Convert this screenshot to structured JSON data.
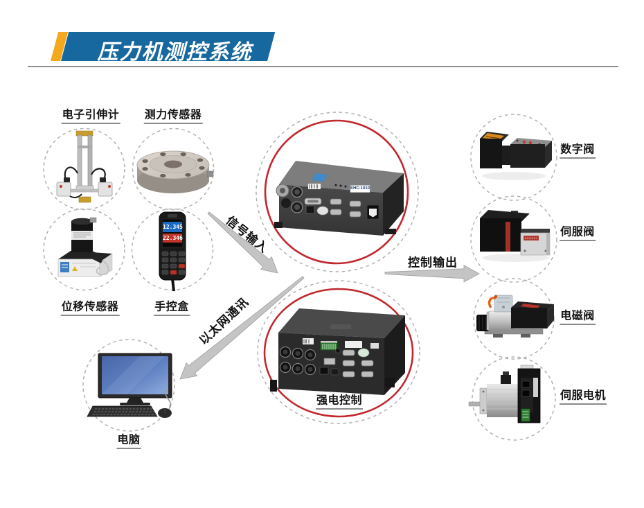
{
  "title": "压力机测控系统",
  "nodes": {
    "extensometer": {
      "label": "电子引伸计"
    },
    "load_cell": {
      "label": "测力传感器"
    },
    "displacement_sensor": {
      "label": "位移传感器"
    },
    "handheld_controller": {
      "label": "手控盒",
      "display": [
        "12.345",
        "22.346"
      ]
    },
    "computer": {
      "label": "电脑"
    },
    "signal_controller": {
      "model": "EHC-1010"
    },
    "power_controller": {
      "label": "强电控制"
    },
    "digital_valve": {
      "label": "数字阀"
    },
    "servo_valve": {
      "label": "伺服阀"
    },
    "solenoid_valve": {
      "label": "电磁阀"
    },
    "servo_motor": {
      "label": "伺服电机"
    }
  },
  "arrows": {
    "signal_input": {
      "label": "信号输入"
    },
    "ethernet": {
      "label": "以太网通讯"
    },
    "control_output": {
      "label": "控制输出"
    }
  },
  "colors": {
    "banner_blue": "#17689e",
    "accent_yellow": "#f3a81e",
    "highlight_red": "#c1272d",
    "arrow_gray": "#c4c4c4",
    "dash_gray": "#b0b0b0"
  }
}
